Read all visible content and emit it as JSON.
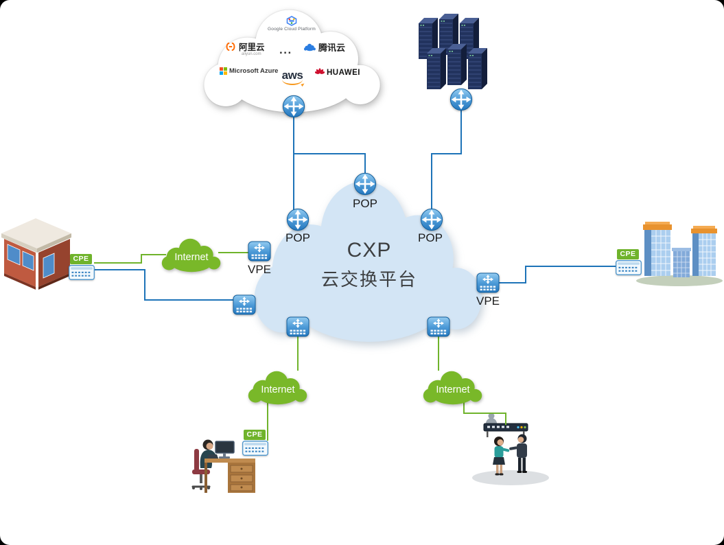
{
  "provider_cloud": {
    "google": "Google Cloud Platform",
    "aliyun": "阿里云",
    "aliyun_domain": "aliyun.com",
    "ellipsis": "...",
    "tencent": "腾讯云",
    "azure": "Microsoft Azure",
    "aws": "aws",
    "huawei": "HUAWEI"
  },
  "central_cloud": {
    "title": "CXP",
    "subtitle": "云交换平台"
  },
  "nodes": {
    "pop_top": "POP",
    "pop_left": "POP",
    "pop_right": "POP",
    "vpe_left": "VPE",
    "vpe_right": "VPE"
  },
  "internet": {
    "left": "Internet",
    "bottom_left": "Internet",
    "bottom_right": "Internet"
  },
  "cpe": {
    "left": "CPE",
    "right": "CPE",
    "desk": "CPE"
  },
  "colors": {
    "line_blue": "#1d73b8",
    "line_green": "#6fb32b",
    "internet_green": "#79b829",
    "central_cloud_blue": "#d3e5f5",
    "node_blue": "#2a7cc2",
    "cpe_badge_green": "#6fb32b"
  }
}
